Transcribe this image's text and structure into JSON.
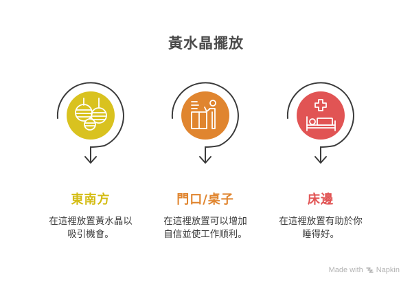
{
  "title": "黃水晶擺放",
  "colors": {
    "title": "#4a4a4a",
    "arc": "#3a3a3a",
    "text": "#3c3c3c",
    "footer": "#b3b3b3"
  },
  "items": [
    {
      "heading": "東南方",
      "description_line1": "在這裡放置黃水晶以",
      "description_line2": "吸引機會。",
      "color": "#d9c21f",
      "heading_color": "#d4bc14",
      "icon": "lanterns-icon"
    },
    {
      "heading": "門口/桌子",
      "description_line1": "在這裡放置可以增加",
      "description_line2": "自信並使工作順利。",
      "color": "#e0852f",
      "heading_color": "#e0852f",
      "icon": "person-at-desk-icon"
    },
    {
      "heading": "床邊",
      "description_line1": "在這裡放置有助於你",
      "description_line2": "睡得好。",
      "color": "#e15454",
      "heading_color": "#e15454",
      "icon": "hospital-bed-icon"
    }
  ],
  "footer": {
    "made_with": "Made with",
    "brand": "Napkin"
  }
}
